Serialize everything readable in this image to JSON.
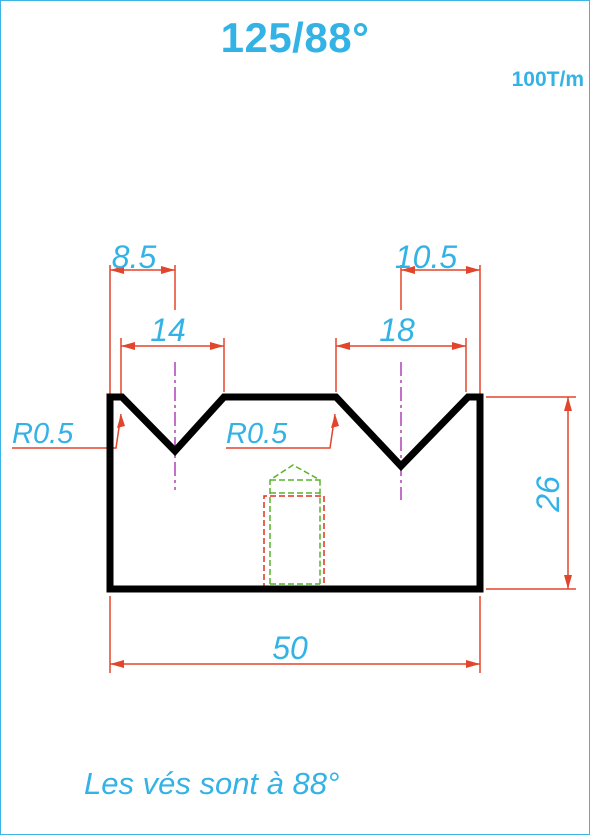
{
  "header": {
    "title": "125/88°",
    "capacity": "100T/m"
  },
  "drawing": {
    "dimensions": {
      "v1_offset": "8.5",
      "v1_width": "14",
      "v2_width": "18",
      "v2_offset": "10.5",
      "radius_left": "R0.5",
      "radius_middle": "R0.5",
      "height": "26",
      "overall_width": "50"
    }
  },
  "footer": {
    "note": "Les vés sont à 88°"
  },
  "colors": {
    "text": "#33b3e5",
    "dimension_lines": "#e2452b",
    "outline": "#000000",
    "center_lines": "#b040b8",
    "tool_green": "#5ab22c",
    "tool_red": "#e0301e"
  }
}
